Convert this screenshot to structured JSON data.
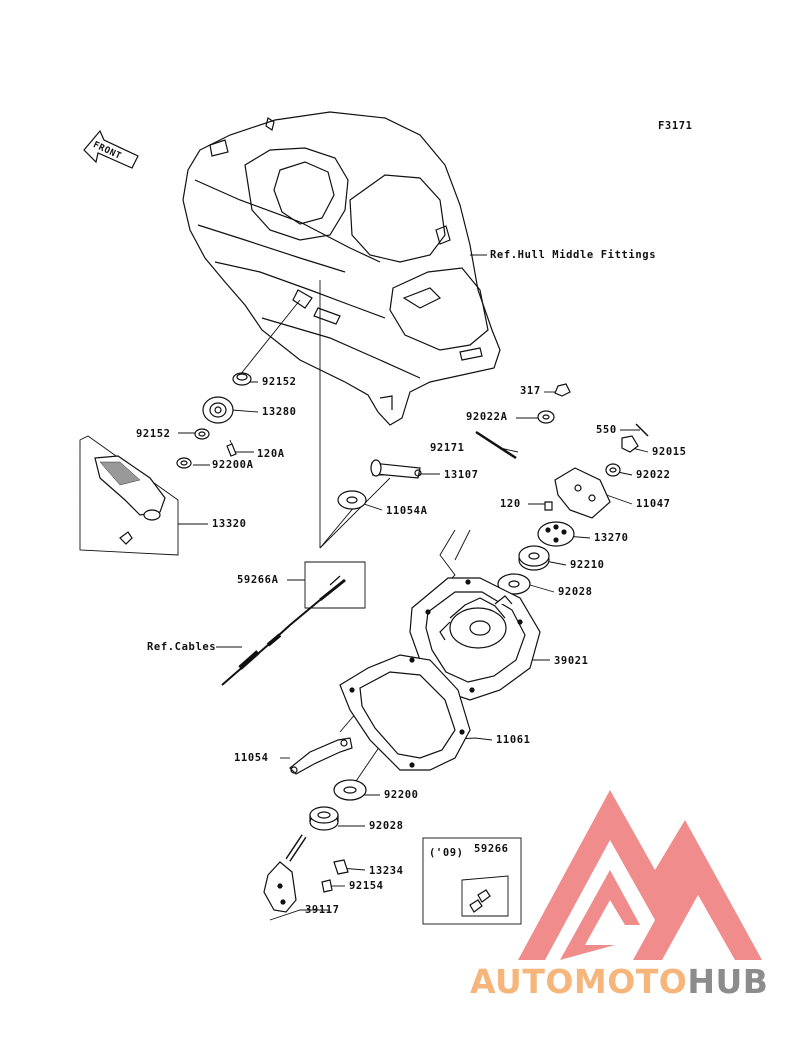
{
  "figure_code": "F3171",
  "front_label": "FRONT",
  "labels": {
    "ref_hull": "Ref.Hull Middle Fittings",
    "p92152a": "92152",
    "p13280": "13280",
    "p92152b": "92152",
    "p120a": "120A",
    "p92200a": "92200A",
    "p13320": "13320",
    "p13107": "13107",
    "p11054a": "11054A",
    "p59266a": "59266A",
    "ref_cables": "Ref.Cables",
    "p317": "317",
    "p92022a": "92022A",
    "p92171": "92171",
    "p550": "550",
    "p92015": "92015",
    "p92022": "92022",
    "p11047": "11047",
    "p120": "120",
    "p13270": "13270",
    "p92210": "92210",
    "p92028a": "92028",
    "p39021": "39021",
    "p11061": "11061",
    "p11054": "11054",
    "p92200": "92200",
    "p92028b": "92028",
    "p13234": "13234",
    "p92154": "92154",
    "p39117": "39117",
    "inset_year": "('09)",
    "inset_part": "59266"
  },
  "watermark": {
    "part1": "AUTOMOTO",
    "part2": "HUB",
    "color1": "#f6b57a",
    "color2": "#8c8c8c",
    "logo_color": "#ef6f6f"
  }
}
